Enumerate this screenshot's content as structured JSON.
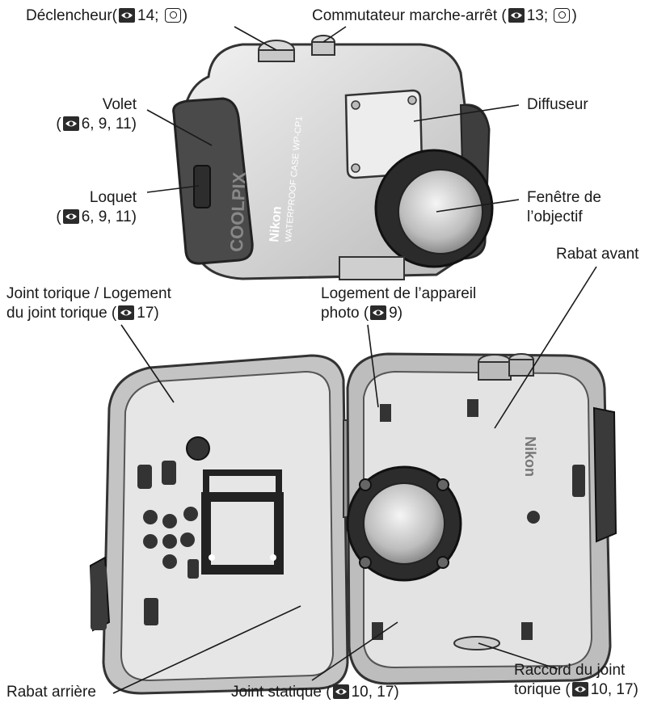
{
  "labels": {
    "declencheur": {
      "text": "Déclencheur",
      "ref": "14;"
    },
    "commutateur": {
      "text": "Commutateur marche-arrêt",
      "ref": "13;"
    },
    "volet": {
      "line1": "Volet",
      "ref": "6, 9, 11"
    },
    "diffuseur": {
      "text": "Diffuseur"
    },
    "loquet": {
      "line1": "Loquet",
      "ref": "6, 9, 11"
    },
    "fenetre": {
      "line1": "Fenêtre de",
      "line2": "l’objectif"
    },
    "joint_torique": {
      "line1": "Joint torique / Logement",
      "line2": "du joint torique",
      "ref": "17)"
    },
    "logement_appareil": {
      "line1": "Logement de l’appareil",
      "line2": "photo",
      "ref": "9)"
    },
    "rabat_avant": {
      "text": "Rabat avant"
    },
    "rabat_arriere": {
      "text": "Rabat arrière"
    },
    "joint_statique": {
      "text": "Joint statique",
      "ref": "10, 17)"
    },
    "raccord": {
      "line1": "Raccord du joint",
      "line2": "torique",
      "ref": "10, 17)"
    }
  },
  "housing_text": {
    "brand": "Nikon",
    "model": "WATERPROOF CASE WP-CP1",
    "series": "COOLPIX"
  },
  "colors": {
    "text": "#1a1a1a",
    "ref_icon_bg": "#2b2b2b",
    "housing_light": "#e2e2e2",
    "housing_dark": "#3a3a3a"
  }
}
